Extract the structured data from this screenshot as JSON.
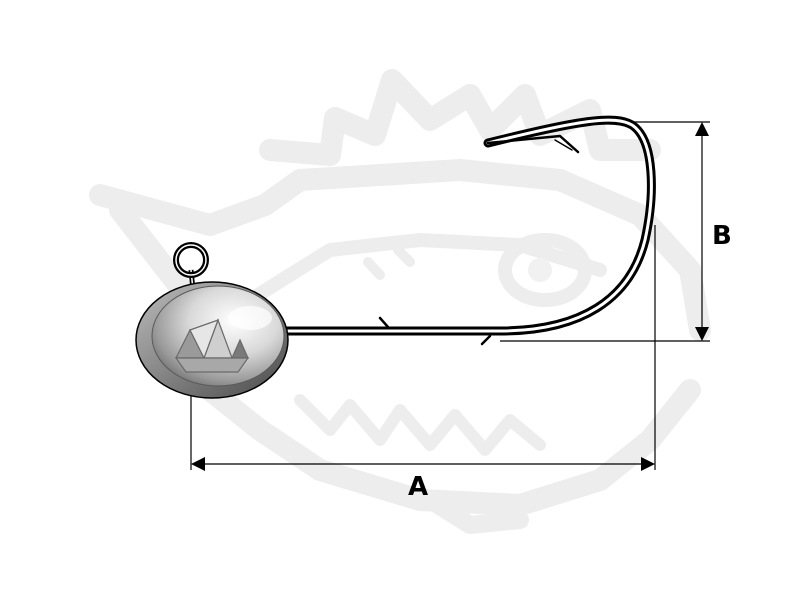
{
  "dimensions": {
    "a_label": "A",
    "b_label": "B"
  },
  "colors": {
    "line": "#000000",
    "watermark": "#ececec",
    "head_light": "#f4f4f4",
    "head_dark": "#8a8a8a"
  },
  "icons": {
    "watermark": "fish-logo-watermark",
    "head_logo": "brand-logo-mark"
  }
}
